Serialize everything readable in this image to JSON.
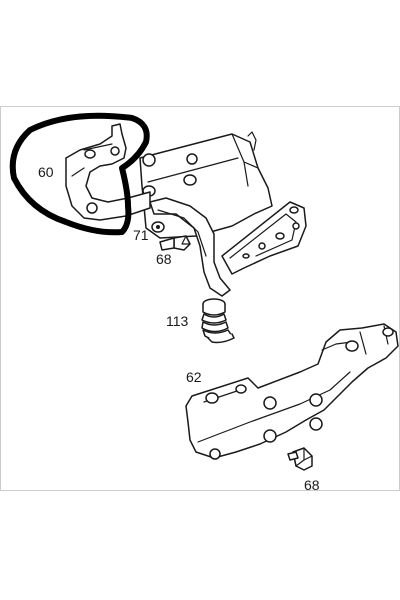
{
  "callouts": {
    "part_60": "60",
    "part_71": "71",
    "part_68_top": "68",
    "part_113": "113",
    "part_62": "62",
    "part_68_bottom": "68"
  },
  "colors": {
    "line": "#1a1a1a",
    "marker": "#000000",
    "frame": "#cccccc",
    "background": "#ffffff"
  },
  "highlight": {
    "target_part": "60",
    "style": "hand-drawn circle"
  }
}
